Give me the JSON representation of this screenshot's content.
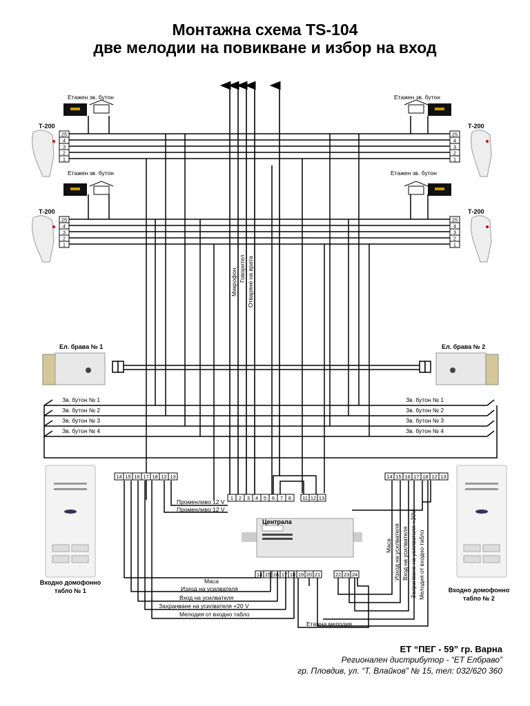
{
  "title_line1": "Монтажна схема TS-104",
  "title_line2": "две мелодии на повикване и избор на вход",
  "floor_button_label": "Етажен зв. бутон",
  "handset_label": "Т-200",
  "handset_pins": [
    "25",
    "4",
    "3",
    "2",
    "1"
  ],
  "lock_left": "Ел. брава № 1",
  "lock_right": "Ел. брава № 2",
  "call_buttons": [
    "Зв. бутон № 1",
    "Зв. бутон № 2",
    "Зв. бутон № 3",
    "Зв. бутон № 4"
  ],
  "bus_signals": [
    "Микрофон",
    "Говорител",
    "Отваряне на врата"
  ],
  "ac_lines": [
    "Променливо 12 V",
    "Променливо 12 V"
  ],
  "central_label": "Централа",
  "central_top_terminals": [
    "1",
    "2",
    "3",
    "4",
    "5",
    "6",
    "7",
    "8",
    "11",
    "12",
    "13"
  ],
  "central_bottom_terminals": [
    "14",
    "15",
    "16",
    "17",
    "18",
    "19",
    "20",
    "21",
    "22",
    "23",
    "24"
  ],
  "panel_terminals": [
    "14",
    "15",
    "16",
    "17",
    "18",
    "12",
    "13"
  ],
  "left_panel_signals": [
    "Маса",
    "Изход на усилвателя",
    "Вход на усилвателя",
    "Захранване на усилвателя +20 V",
    "Мелодия от входно табло"
  ],
  "right_panel_signals": [
    "Маса",
    "Изход на усилвателя",
    "Вход на усилвателя",
    "Захранване на усилвателя +20V",
    "Мелодия от входно табло"
  ],
  "floor_melody_label": "Етажна мелодия",
  "panel_left_label": [
    "Входно домофонно",
    "табло № 1"
  ],
  "panel_right_label": [
    "Входно домофонно",
    "табло № 2"
  ],
  "footer_line1": "ЕТ “ПЕГ - 59” гр. Варна",
  "footer_line2": "Регионален дистрибутор - “ЕТ Елбраво”",
  "footer_line3": "гр. Пловдив, ул. “Т. Влайков” № 15, тел: 032/620 360"
}
